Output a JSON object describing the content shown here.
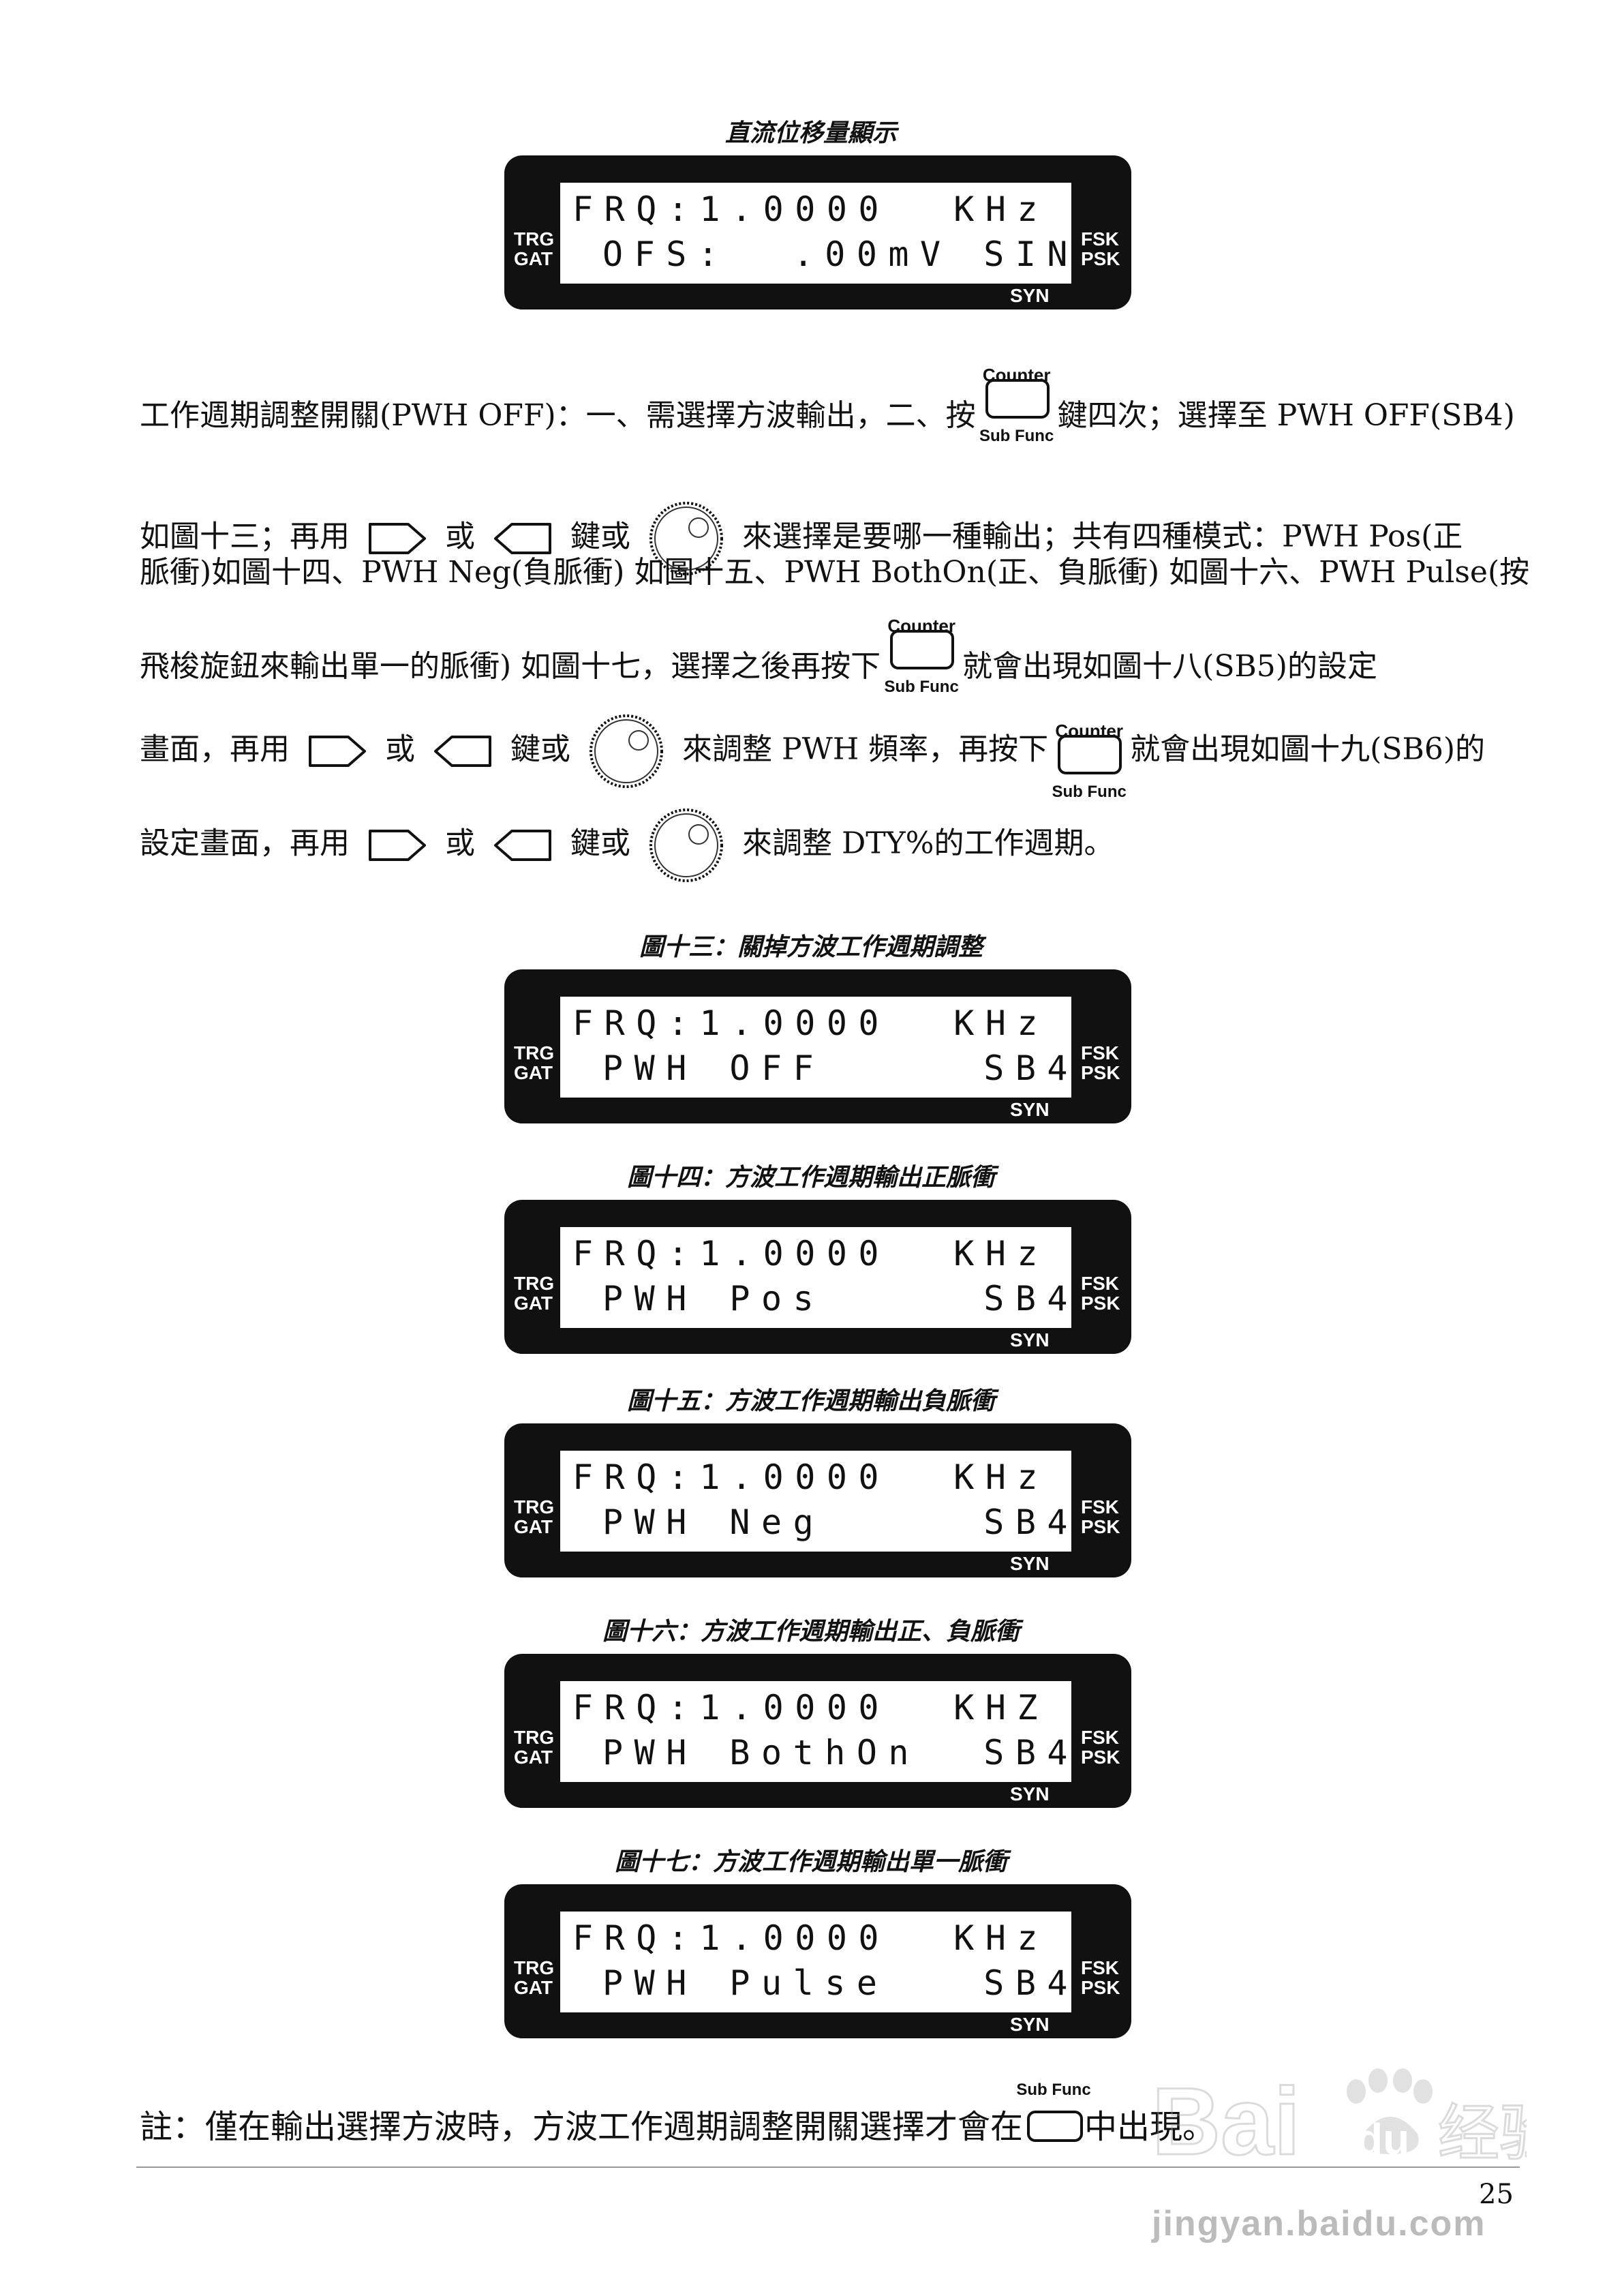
{
  "sections": [
    {
      "caption": "直流位移量顯示",
      "line1": "FRQ:1.0000  KHz",
      "line2": "OFS:  .00mV SIN",
      "left_label": "TRG\nGAT",
      "right_label": "FSK\nPSK",
      "syn": "SYN"
    },
    {
      "caption": "圖十三：關掉方波工作週期調整",
      "line1": "FRQ:1.0000  KHz",
      "line2": "PWH OFF     SB4",
      "left_label": "TRG\nGAT",
      "right_label": "FSK\nPSK",
      "syn": "SYN"
    },
    {
      "caption": "圖十四：方波工作週期輸出正脈衝",
      "line1": "FRQ:1.0000  KHz",
      "line2": "PWH Pos     SB4",
      "left_label": "TRG\nGAT",
      "right_label": "FSK\nPSK",
      "syn": "SYN"
    },
    {
      "caption": "圖十五：方波工作週期輸出負脈衝",
      "line1": "FRQ:1.0000  KHz",
      "line2": "PWH Neg     SB4",
      "left_label": "TRG\nGAT",
      "right_label": "FSK\nPSK",
      "syn": "SYN"
    },
    {
      "caption": "圖十六：方波工作週期輸出正、負脈衝",
      "line1": "FRQ:1.0000  KHZ",
      "line2": "PWH BothOn  SB4",
      "left_label": "TRG\nGAT",
      "right_label": "FSK\nPSK",
      "syn": "SYN"
    },
    {
      "caption": "圖十七：方波工作週期輸出單一脈衝",
      "line1": "FRQ:1.0000  KHz",
      "line2": "PWH Pulse   SB4",
      "left_label": "TRG\nGAT",
      "right_label": "FSK\nPSK",
      "syn": "SYN"
    }
  ],
  "key": {
    "top": "Counter",
    "bottom": "Sub Func"
  },
  "body": {
    "p1a": "工作週期調整開關(PWH OFF)：一、需選擇方波輸出，二、按",
    "p1b": "鍵四次；選擇至 PWH OFF(SB4)",
    "p2a": "如圖十三；再用",
    "p2b": "或",
    "p2c": "鍵或",
    "p2d": "來選擇是要哪一種輸出；共有四種模式：PWH Pos(正",
    "p3": "脈衝)如圖十四、PWH Neg(負脈衝) 如圖十五、PWH BothOn(正、負脈衝) 如圖十六、PWH Pulse(按",
    "p4a": "飛梭旋鈕來輸出單一的脈衝) 如圖十七，選擇之後再按下",
    "p4b": "就會出現如圖十八(SB5)的設定",
    "p5a": "畫面，再用",
    "p5b": "或",
    "p5c": "鍵或",
    "p5d": "來調整 PWH 頻率，再按下",
    "p5e": "就會出現如圖十九(SB6)的",
    "p6a": "設定畫面，再用",
    "p6b": "或",
    "p6c": "鍵或",
    "p6d": "來調整 DTY%的工作週期。"
  },
  "note": {
    "before": "註：僅在輸出選擇方波時，方波工作週期調整開關選擇才會在",
    "key_label": "Sub Func",
    "after": "中出現。"
  },
  "page_number": "25",
  "watermark": {
    "text": "jingyan.baidu.com"
  }
}
